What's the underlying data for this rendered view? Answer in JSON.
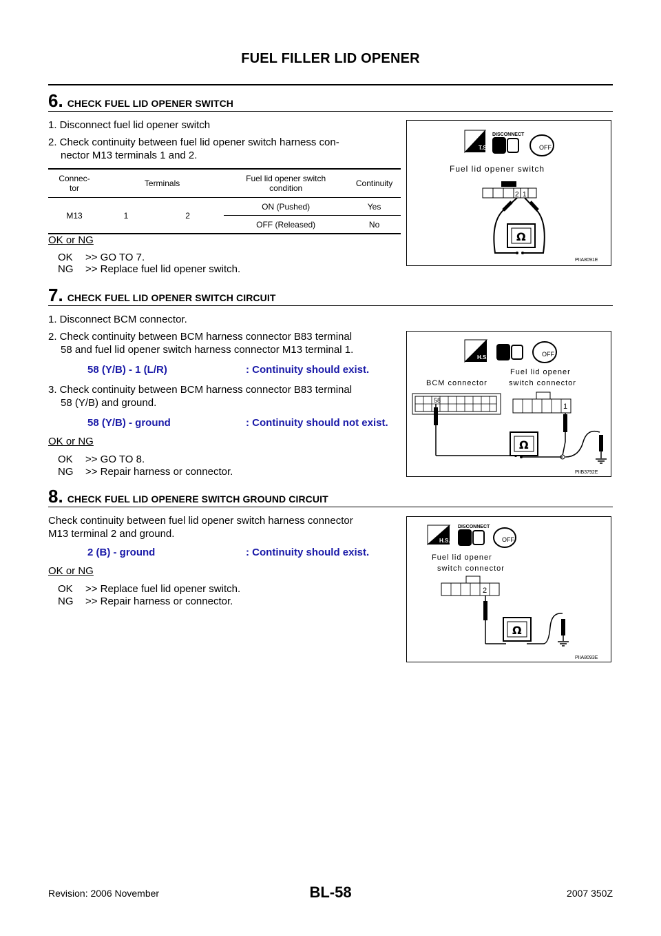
{
  "header": {
    "title": "FUEL FILLER LID OPENER"
  },
  "sections": [
    {
      "num": "6.",
      "title": "CHECK FUEL LID OPENER SWITCH",
      "steps": [
        "1. Disconnect fuel lid opener switch",
        "2. Check continuity between fuel lid opener switch harness con-",
        "nector M13 terminals 1 and 2."
      ],
      "table": {
        "headers": [
          "Connec-",
          "tor",
          "Terminals",
          "Fuel lid opener switch",
          "condition",
          "Continuity"
        ],
        "connector": "M13",
        "terminal_a": "1",
        "terminal_b": "2",
        "rows": [
          {
            "condition": "ON (Pushed)",
            "continuity": "Yes"
          },
          {
            "condition": "OFF (Released)",
            "continuity": "No"
          }
        ]
      },
      "okng": "OK or NG",
      "results": [
        {
          "key": "OK",
          "text": ">> GO TO 7."
        },
        {
          "key": "NG",
          "text": ">> Replace fuel lid opener switch."
        }
      ],
      "figure": {
        "label": "Fuel lid opener switch",
        "pins": [
          "2",
          "1"
        ],
        "code": "PIIA8091E",
        "badge": "T.S.",
        "disconnect": "DISCONNECT",
        "off": "OFF",
        "meter": "Ω"
      }
    },
    {
      "num": "7.",
      "title": "CHECK FUEL LID OPENER SWITCH CIRCUIT",
      "steps": [
        "1. Disconnect BCM connector.",
        "2. Check continuity between BCM harness connector B83 terminal",
        "58 and fuel lid opener switch harness connector M13 terminal 1.",
        "3. Check continuity between BCM harness connector B83 terminal",
        "58 (Y/B) and ground."
      ],
      "specs": [
        {
          "left": "58 (Y/B) - 1 (L/R)",
          "right": ": Continuity should exist."
        },
        {
          "left": "58 (Y/B) - ground",
          "right": ": Continuity should not exist."
        }
      ],
      "okng": "OK or NG",
      "results": [
        {
          "key": "OK",
          "text": ">> GO TO 8."
        },
        {
          "key": "NG",
          "text": ">> Repair harness or connector."
        }
      ],
      "figure": {
        "label_left": "BCM connector",
        "label_right_1": "Fuel lid opener",
        "label_right_2": "switch connector",
        "pin_left": "58",
        "pin_right": "1",
        "code": "PIIB3792E",
        "badge": "H.S.",
        "off": "OFF",
        "meter": "Ω"
      }
    },
    {
      "num": "8.",
      "title": "CHECK FUEL LID OPENERE SWITCH GROUND CIRCUIT",
      "steps": [
        "Check continuity between fuel lid opener switch harness connector",
        "M13 terminal 2 and ground."
      ],
      "specs": [
        {
          "left": "2 (B) - ground",
          "right": ": Continuity should exist."
        }
      ],
      "okng": "OK or NG",
      "results": [
        {
          "key": "OK",
          "text": ">> Replace fuel lid opener switch."
        },
        {
          "key": "NG",
          "text": ">> Repair harness or connector."
        }
      ],
      "figure": {
        "label_1": "Fuel lid opener",
        "label_2": "switch connector",
        "pin": "2",
        "code": "PIIA8093E",
        "badge": "H.S.",
        "disconnect": "DISCONNECT",
        "off": "OFF",
        "meter": "Ω"
      }
    }
  ],
  "footer": {
    "revision": "Revision: 2006 November",
    "page": "BL-58",
    "model": "2007 350Z"
  }
}
